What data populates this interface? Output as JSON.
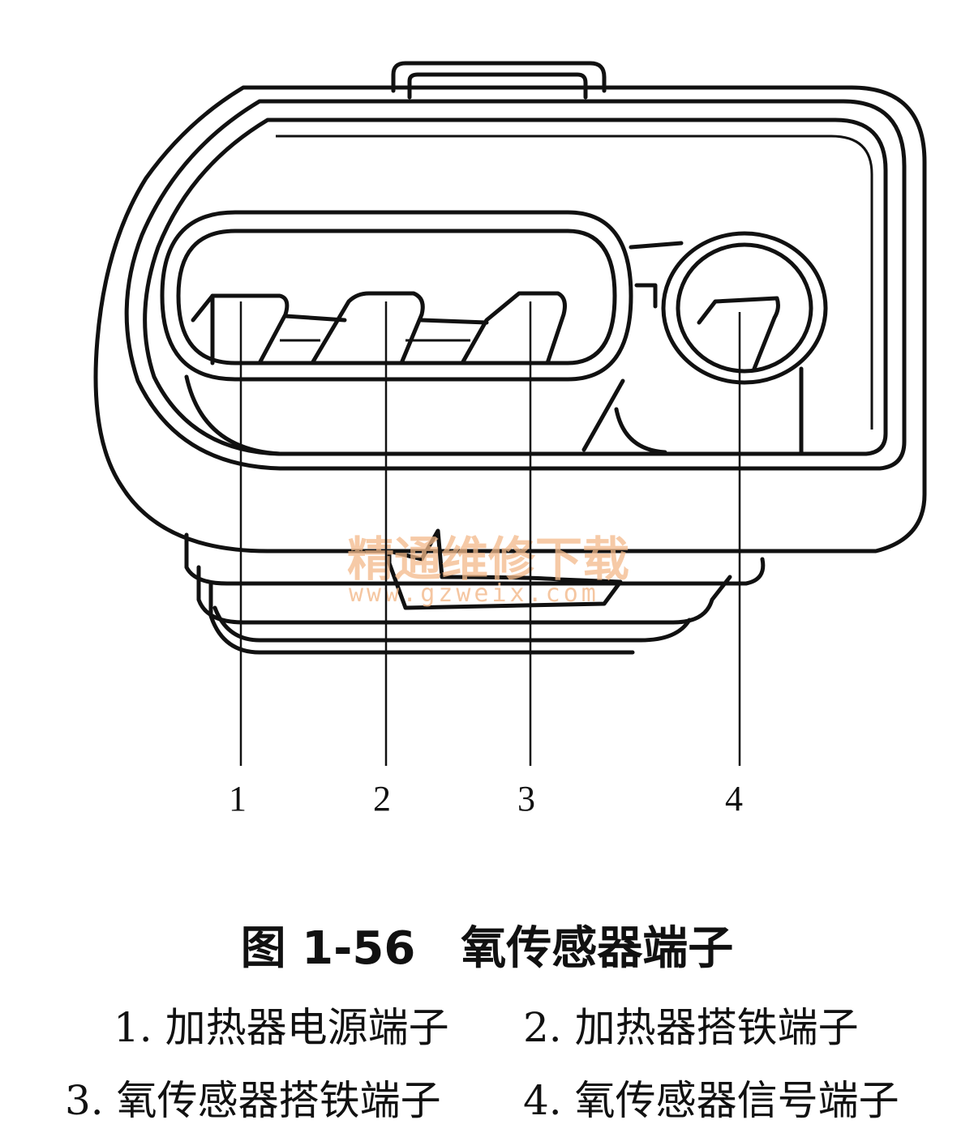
{
  "diagram": {
    "pin_labels": [
      "1",
      "2",
      "3",
      "4"
    ],
    "watermark": {
      "text": "精通维修下载",
      "url": "www.gzweix.com"
    }
  },
  "caption": {
    "title": "图 1-56　氧传感器端子",
    "legend": [
      "1. 加热器电源端子",
      "2. 加热器搭铁端子",
      "3. 氧传感器搭铁端子",
      "4. 氧传感器信号端子"
    ]
  }
}
